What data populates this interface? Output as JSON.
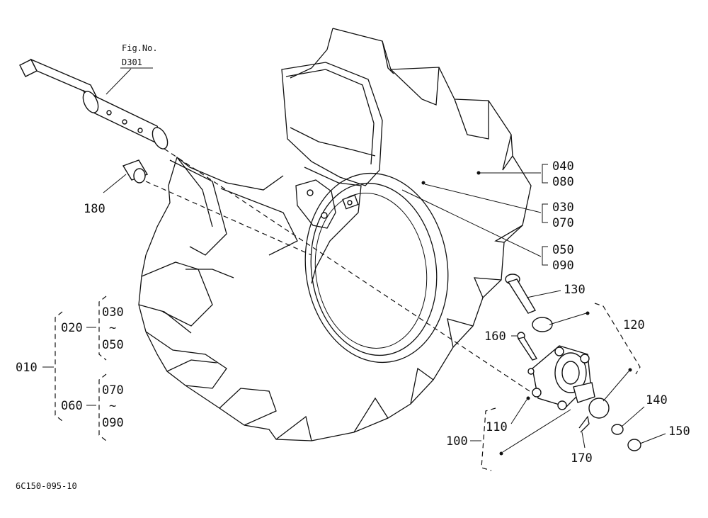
{
  "figure": {
    "fig_no_label": "Fig.No.",
    "fig_no_value": "D301",
    "catalog_code": "6C150-095-10"
  },
  "callouts": {
    "p010": "010",
    "p020": "020",
    "p030a": "030",
    "p050a": "050",
    "p060": "060",
    "p070a": "070",
    "p090a": "090",
    "tilde1": "~",
    "tilde2": "~",
    "p040": "040",
    "p080": "080",
    "p030b": "030",
    "p070b": "070",
    "p050b": "050",
    "p090b": "090",
    "p100": "100",
    "p110": "110",
    "p120": "120",
    "p130": "130",
    "p140": "140",
    "p150": "150",
    "p160": "160",
    "p170": "170",
    "p180": "180"
  }
}
